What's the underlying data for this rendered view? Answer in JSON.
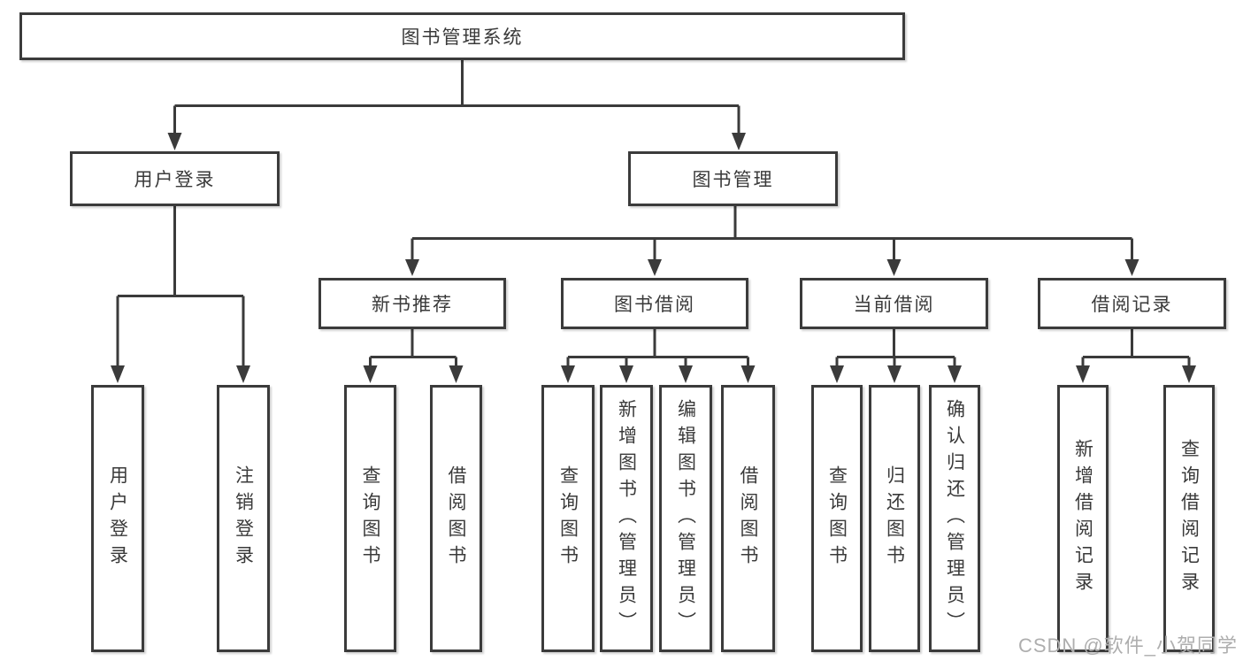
{
  "tree": {
    "label": "图书管理系统",
    "children": [
      {
        "label": "用户登录",
        "children": [
          {
            "label": "用户登录"
          },
          {
            "label": "注销登录"
          }
        ]
      },
      {
        "label": "图书管理",
        "children": [
          {
            "label": "新书推荐",
            "children": [
              {
                "label": "查询图书"
              },
              {
                "label": "借阅图书"
              }
            ]
          },
          {
            "label": "图书借阅",
            "children": [
              {
                "label": "查询图书"
              },
              {
                "label": "新增图书（管理员）"
              },
              {
                "label": "编辑图书（管理员）"
              },
              {
                "label": "借阅图书"
              }
            ]
          },
          {
            "label": "当前借阅",
            "children": [
              {
                "label": "查询图书"
              },
              {
                "label": "归还图书"
              },
              {
                "label": "确认归还（管理员）"
              }
            ]
          },
          {
            "label": "借阅记录",
            "children": [
              {
                "label": "新增借阅记录"
              },
              {
                "label": "查询借阅记录"
              }
            ]
          }
        ]
      }
    ]
  },
  "watermark": "CSDN @软件_小贺同学",
  "colors": {
    "line": "#3b3b3b",
    "box_border": "#3b3b3b",
    "text": "#3a3a3a",
    "watermark": "#aeaeae",
    "background": "#ffffff"
  }
}
